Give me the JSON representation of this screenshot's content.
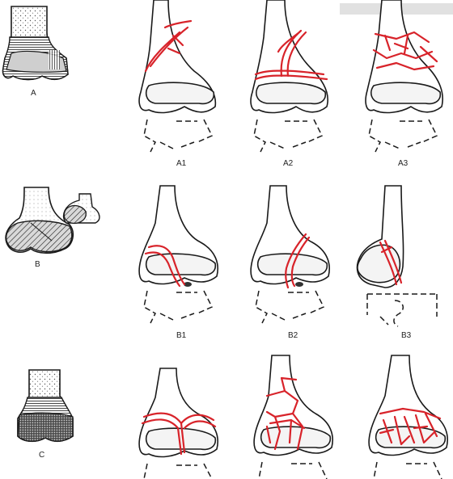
{
  "labels": {
    "A": "A",
    "B": "B",
    "C": "C",
    "A1": "A1",
    "A2": "A2",
    "A3": "A3",
    "B1": "B1",
    "B2": "B2",
    "B3": "B3"
  },
  "colors": {
    "fracture_line": "#d8232a",
    "outline": "#1a1a1a"
  }
}
